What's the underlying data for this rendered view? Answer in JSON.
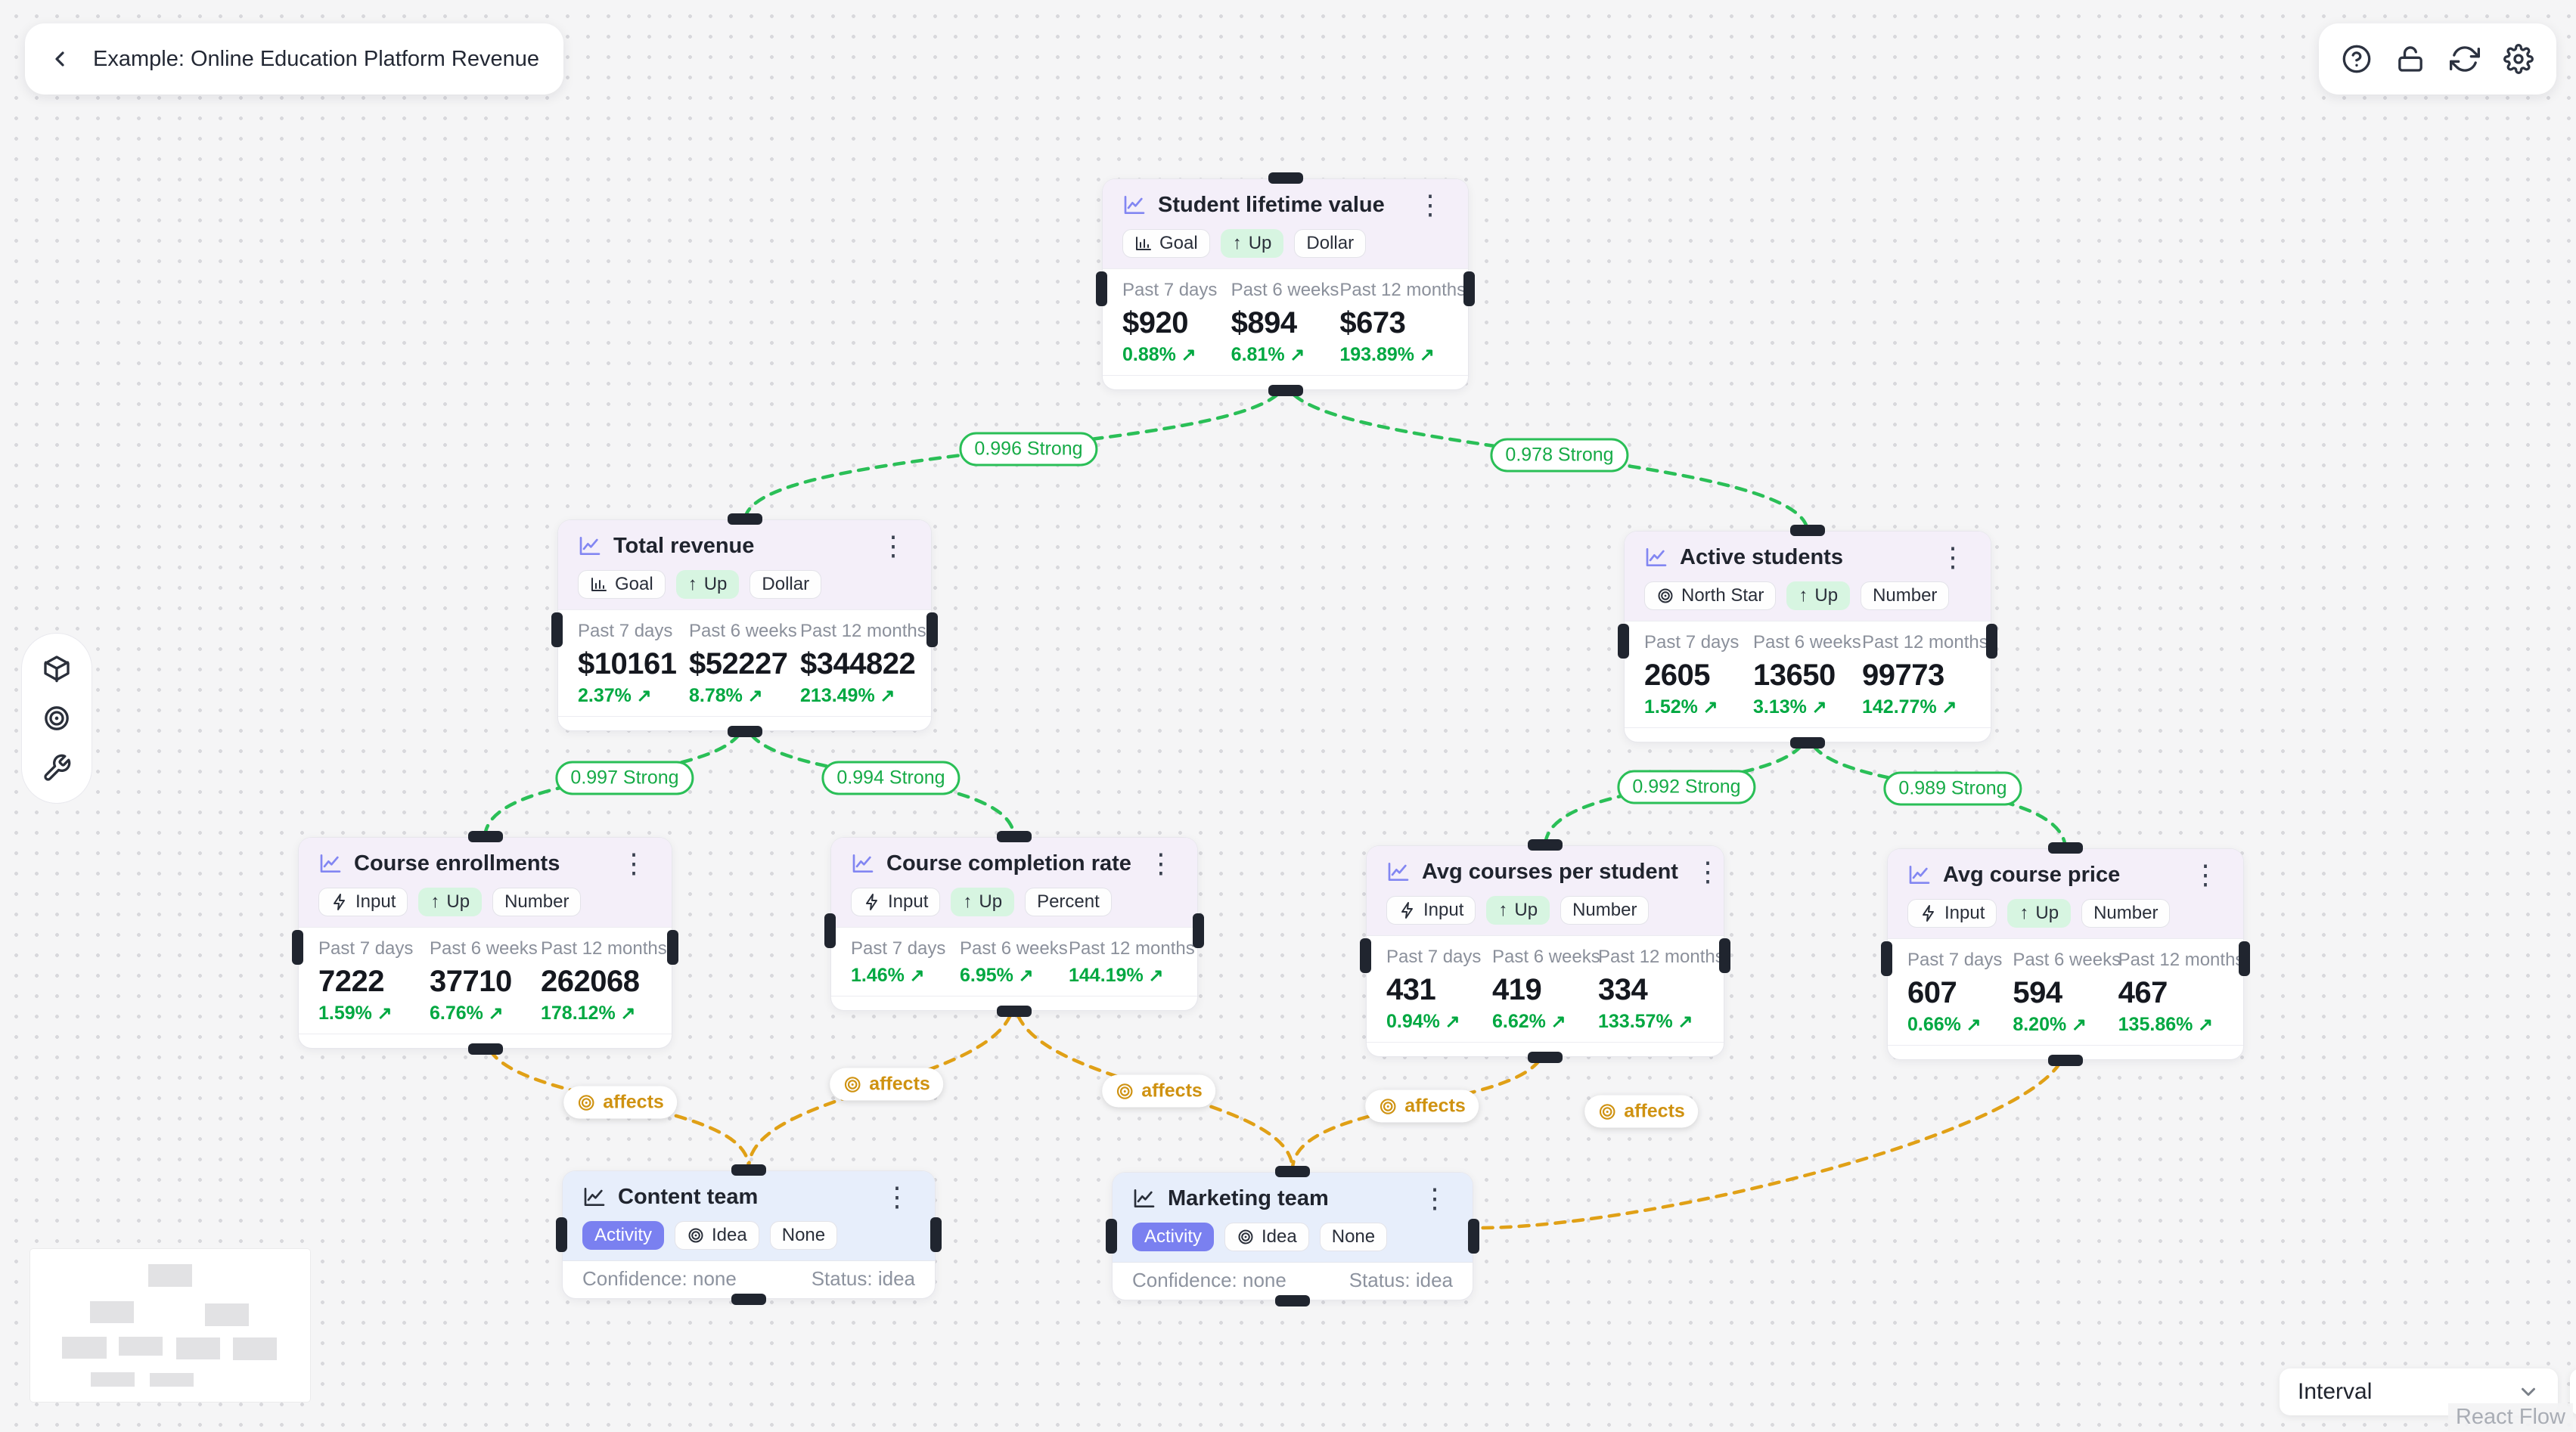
{
  "app": {
    "title": "Example: Online Education Platform Revenue",
    "toolbar_icons": [
      "help",
      "unlock",
      "refresh",
      "settings"
    ],
    "sidebar_icons": [
      "box",
      "target",
      "wrench"
    ],
    "interval_label": "Interval",
    "attribution": "React Flow"
  },
  "colors": {
    "correlation_edge": "#2abf57",
    "affects_edge": "#e0a016",
    "positive_delta": "#00a841",
    "metric_header_bg": "#f4eff9",
    "team_header_bg": "#e7eefb",
    "activity_badge_bg": "#7a80f0"
  },
  "nodes": [
    {
      "id": "student-lifetime-value",
      "kind": "metric",
      "title": "Student lifetime value",
      "badges": [
        {
          "icon": "bar-chart",
          "label": "Goal"
        },
        {
          "icon": "arrow-up",
          "label": "Up",
          "variant": "up"
        },
        {
          "label": "Dollar"
        }
      ],
      "metrics": [
        {
          "period": "Past 7 days",
          "value": "$920",
          "delta": "0.88%"
        },
        {
          "period": "Past 6 weeks",
          "value": "$894",
          "delta": "6.81%"
        },
        {
          "period": "Past 12 months",
          "value": "$673",
          "delta": "193.89%"
        }
      ]
    },
    {
      "id": "total-revenue",
      "kind": "metric",
      "title": "Total revenue",
      "badges": [
        {
          "icon": "bar-chart",
          "label": "Goal"
        },
        {
          "icon": "arrow-up",
          "label": "Up",
          "variant": "up"
        },
        {
          "label": "Dollar"
        }
      ],
      "metrics": [
        {
          "period": "Past 7 days",
          "value": "$10161",
          "delta": "2.37%"
        },
        {
          "period": "Past 6 weeks",
          "value": "$52227",
          "delta": "8.78%"
        },
        {
          "period": "Past 12 months",
          "value": "$344822",
          "delta": "213.49%"
        }
      ]
    },
    {
      "id": "active-students",
      "kind": "metric",
      "title": "Active students",
      "badges": [
        {
          "icon": "target",
          "label": "North Star"
        },
        {
          "icon": "arrow-up",
          "label": "Up",
          "variant": "up"
        },
        {
          "label": "Number"
        }
      ],
      "metrics": [
        {
          "period": "Past 7 days",
          "value": "2605",
          "delta": "1.52%"
        },
        {
          "period": "Past 6 weeks",
          "value": "13650",
          "delta": "3.13%"
        },
        {
          "period": "Past 12 months",
          "value": "99773",
          "delta": "142.77%"
        }
      ]
    },
    {
      "id": "course-enrollments",
      "kind": "metric",
      "title": "Course enrollments",
      "badges": [
        {
          "icon": "bolt",
          "label": "Input"
        },
        {
          "icon": "arrow-up",
          "label": "Up",
          "variant": "up"
        },
        {
          "label": "Number"
        }
      ],
      "metrics": [
        {
          "period": "Past 7 days",
          "value": "7222",
          "delta": "1.59%"
        },
        {
          "period": "Past 6 weeks",
          "value": "37710",
          "delta": "6.76%"
        },
        {
          "period": "Past 12 months",
          "value": "262068",
          "delta": "178.12%"
        }
      ]
    },
    {
      "id": "course-completion-rate",
      "kind": "metric",
      "title": "Course completion rate",
      "badges": [
        {
          "icon": "bolt",
          "label": "Input"
        },
        {
          "icon": "arrow-up",
          "label": "Up",
          "variant": "up"
        },
        {
          "label": "Percent"
        }
      ],
      "metrics": [
        {
          "period": "Past 7 days",
          "value": null,
          "delta": "1.46%"
        },
        {
          "period": "Past 6 weeks",
          "value": null,
          "delta": "6.95%"
        },
        {
          "period": "Past 12 months",
          "value": null,
          "delta": "144.19%"
        }
      ]
    },
    {
      "id": "avg-courses-per-student",
      "kind": "metric",
      "title": "Avg courses per student",
      "badges": [
        {
          "icon": "bolt",
          "label": "Input"
        },
        {
          "icon": "arrow-up",
          "label": "Up",
          "variant": "up"
        },
        {
          "label": "Number"
        }
      ],
      "metrics": [
        {
          "period": "Past 7 days",
          "value": "431",
          "delta": "0.94%"
        },
        {
          "period": "Past 6 weeks",
          "value": "419",
          "delta": "6.62%"
        },
        {
          "period": "Past 12 months",
          "value": "334",
          "delta": "133.57%"
        }
      ]
    },
    {
      "id": "avg-course-price",
      "kind": "metric",
      "title": "Avg course price",
      "badges": [
        {
          "icon": "bolt",
          "label": "Input"
        },
        {
          "icon": "arrow-up",
          "label": "Up",
          "variant": "up"
        },
        {
          "label": "Number"
        }
      ],
      "metrics": [
        {
          "period": "Past 7 days",
          "value": "607",
          "delta": "0.66%"
        },
        {
          "period": "Past 6 weeks",
          "value": "594",
          "delta": "8.20%"
        },
        {
          "period": "Past 12 months",
          "value": "467",
          "delta": "135.86%"
        }
      ]
    },
    {
      "id": "content-team",
      "kind": "team",
      "title": "Content team",
      "badges": [
        {
          "label": "Activity",
          "variant": "activity"
        },
        {
          "icon": "target",
          "label": "Idea"
        },
        {
          "label": "None"
        }
      ],
      "footer": {
        "left": "Confidence: none",
        "right": "Status: idea"
      }
    },
    {
      "id": "marketing-team",
      "kind": "team",
      "title": "Marketing team",
      "badges": [
        {
          "label": "Activity",
          "variant": "activity"
        },
        {
          "icon": "target",
          "label": "Idea"
        },
        {
          "label": "None"
        }
      ],
      "footer": {
        "left": "Confidence: none",
        "right": "Status: idea"
      }
    }
  ],
  "edges": [
    {
      "id": "e1",
      "type": "correlation",
      "from": "student-lifetime-value",
      "to": "total-revenue",
      "label": "0.996 Strong"
    },
    {
      "id": "e2",
      "type": "correlation",
      "from": "student-lifetime-value",
      "to": "active-students",
      "label": "0.978 Strong"
    },
    {
      "id": "e3",
      "type": "correlation",
      "from": "total-revenue",
      "to": "course-enrollments",
      "label": "0.997 Strong"
    },
    {
      "id": "e4",
      "type": "correlation",
      "from": "total-revenue",
      "to": "course-completion-rate",
      "label": "0.994 Strong"
    },
    {
      "id": "e5",
      "type": "correlation",
      "from": "active-students",
      "to": "avg-courses-per-student",
      "label": "0.992 Strong"
    },
    {
      "id": "e6",
      "type": "correlation",
      "from": "active-students",
      "to": "avg-course-price",
      "label": "0.989 Strong"
    },
    {
      "id": "a1",
      "type": "affects",
      "from": "course-enrollments",
      "to": "content-team",
      "label": "affects"
    },
    {
      "id": "a2",
      "type": "affects",
      "from": "course-completion-rate",
      "to": "content-team",
      "label": "affects"
    },
    {
      "id": "a3",
      "type": "affects",
      "from": "course-completion-rate",
      "to": "marketing-team",
      "label": "affects"
    },
    {
      "id": "a4",
      "type": "affects",
      "from": "avg-courses-per-student",
      "to": "marketing-team",
      "label": "affects"
    },
    {
      "id": "a5",
      "type": "affects",
      "from": "avg-course-price",
      "to": "marketing-team",
      "label": "affects"
    }
  ]
}
